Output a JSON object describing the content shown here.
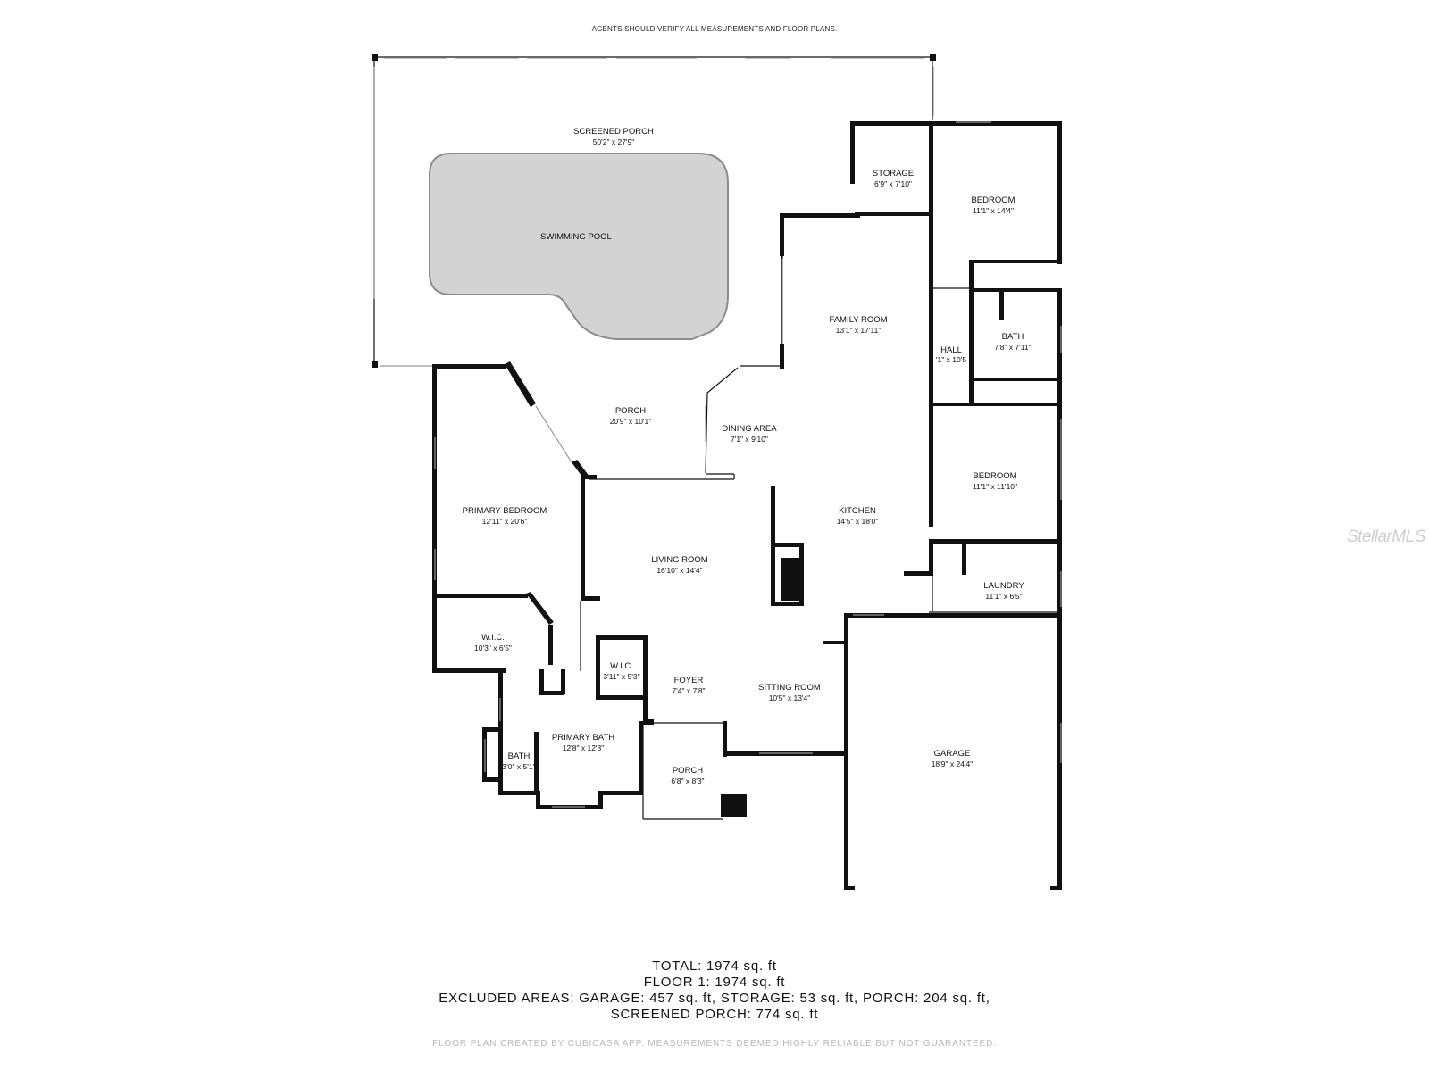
{
  "header_note": "AGENTS SHOULD VERIFY ALL MEASUREMENTS AND FLOOR PLANS.",
  "watermark": "StellarMLS",
  "rooms": {
    "screened_porch": {
      "name": "SCREENED PORCH",
      "dims": "50'2\" x 27'9\""
    },
    "swimming_pool": {
      "name": "SWIMMING POOL"
    },
    "storage": {
      "name": "STORAGE",
      "dims": "6'9\" x 7'10\""
    },
    "bedroom_1": {
      "name": "BEDROOM",
      "dims": "11'1\" x 14'4\""
    },
    "family_room": {
      "name": "FAMILY ROOM",
      "dims": "13'1\" x 17'11\""
    },
    "hall": {
      "name": "HALL",
      "dims": "'1\" x 10'5"
    },
    "bath_1": {
      "name": "BATH",
      "dims": "7'8\" x 7'11\""
    },
    "porch_rear": {
      "name": "PORCH",
      "dims": "20'9\" x 10'1\""
    },
    "dining_area": {
      "name": "DINING AREA",
      "dims": "7'1\" x 9'10\""
    },
    "bedroom_2": {
      "name": "BEDROOM",
      "dims": "11'1\" x 11'10\""
    },
    "primary_bedroom": {
      "name": "PRIMARY BEDROOM",
      "dims": "12'11\" x 20'6\""
    },
    "kitchen": {
      "name": "KITCHEN",
      "dims": "14'5\" x 18'0\""
    },
    "living_room": {
      "name": "LIVING ROOM",
      "dims": "16'10\" x 14'4\""
    },
    "laundry": {
      "name": "LAUNDRY",
      "dims": "11'1\" x 6'5\""
    },
    "wic_1": {
      "name": "W.I.C.",
      "dims": "10'3\" x 6'5\""
    },
    "wic_2": {
      "name": "W.I.C.",
      "dims": "3'11\" x 5'3\""
    },
    "foyer": {
      "name": "FOYER",
      "dims": "7'4\" x 7'8\""
    },
    "sitting_room": {
      "name": "SITTING ROOM",
      "dims": "10'5\" x 13'4\""
    },
    "primary_bath": {
      "name": "PRIMARY BATH",
      "dims": "12'8\" x 12'3\""
    },
    "bath_2": {
      "name": "BATH",
      "dims": "3'0\" x 5'1\""
    },
    "garage": {
      "name": "GARAGE",
      "dims": "18'9\" x 24'4\""
    },
    "porch_front": {
      "name": "PORCH",
      "dims": "6'8\" x 8'3\""
    }
  },
  "totals": {
    "line1": "TOTAL: 1974 sq. ft",
    "line2": "FLOOR 1: 1974 sq. ft",
    "line3": "EXCLUDED AREAS: GARAGE: 457 sq. ft, STORAGE: 53 sq. ft, PORCH: 204 sq. ft,",
    "line4": "SCREENED PORCH: 774 sq. ft"
  },
  "credit": "FLOOR PLAN CREATED BY CUBICASA APP. MEASUREMENTS DEEMED HIGHLY RELIABLE BUT NOT GUARANTEED."
}
